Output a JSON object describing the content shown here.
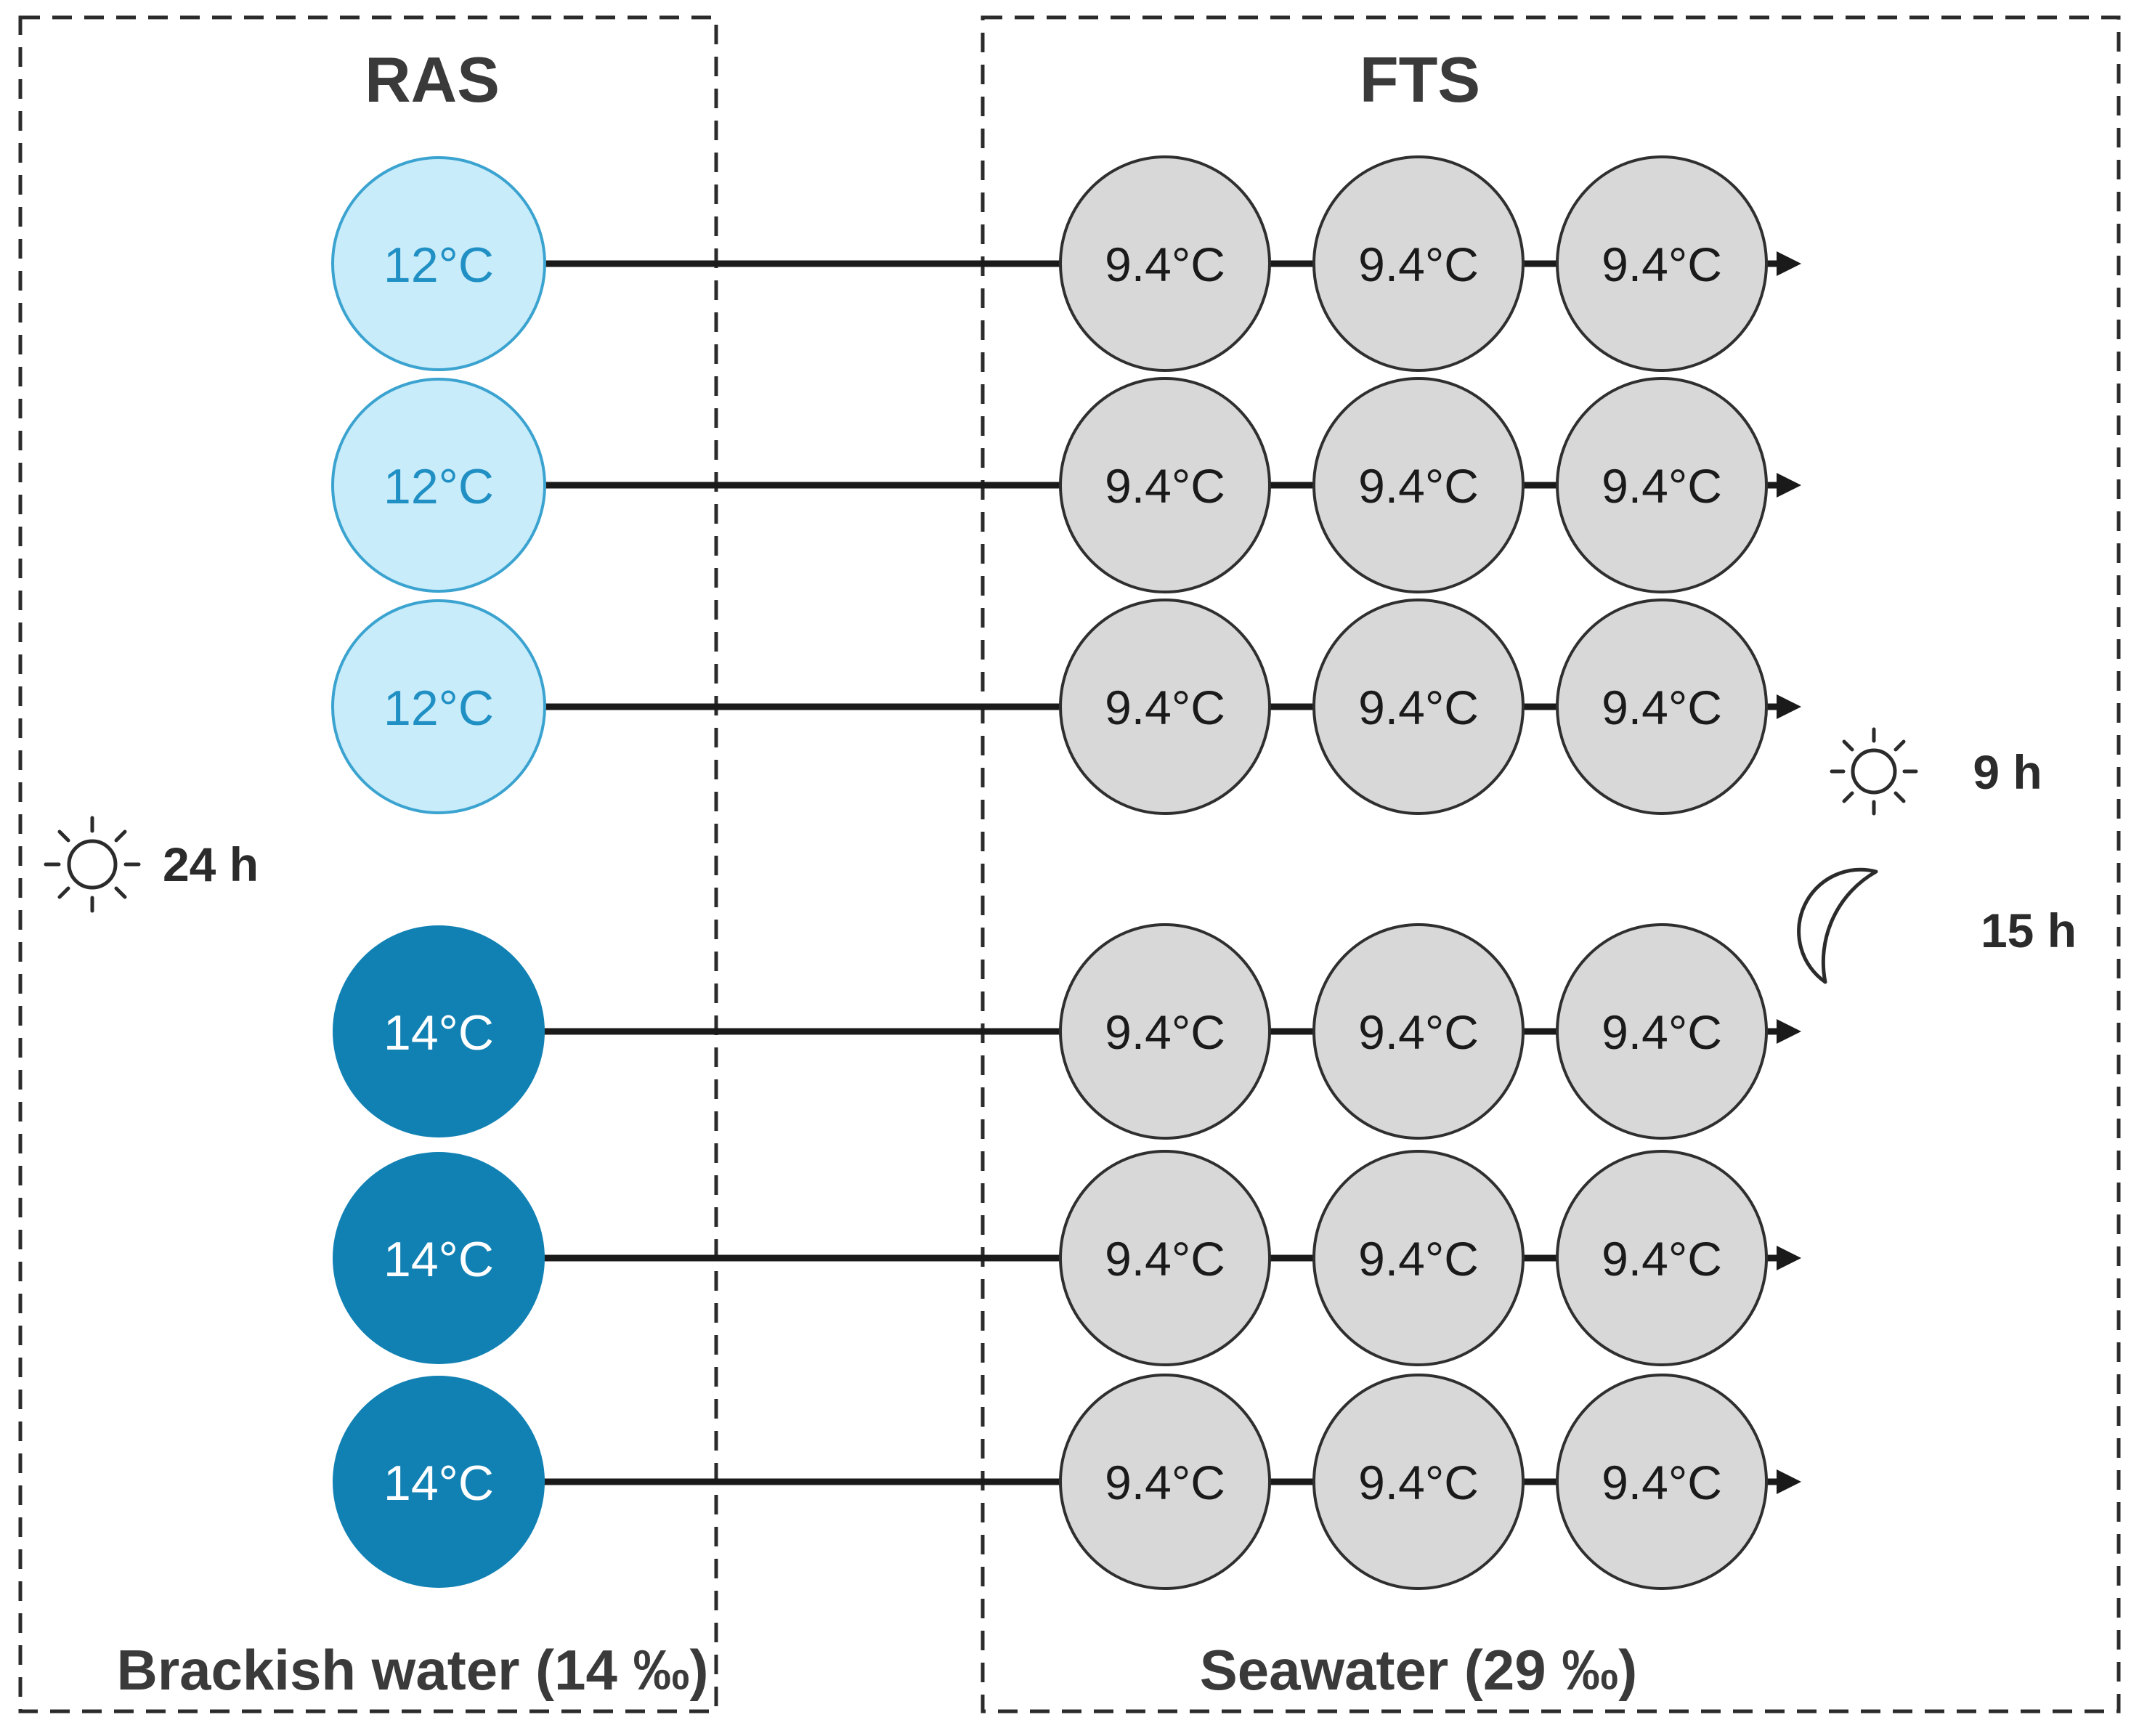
{
  "figure": {
    "left_system": {
      "title": "RAS",
      "bottom_label": "Brackish water (14 ‰)",
      "photoperiod": {
        "icon": "sun-icon",
        "label": "24 h"
      },
      "tanks": [
        {
          "temp": "12°C",
          "shade": "light-blue"
        },
        {
          "temp": "12°C",
          "shade": "light-blue"
        },
        {
          "temp": "12°C",
          "shade": "light-blue"
        },
        {
          "temp": "14°C",
          "shade": "dark-blue"
        },
        {
          "temp": "14°C",
          "shade": "dark-blue"
        },
        {
          "temp": "14°C",
          "shade": "dark-blue"
        }
      ]
    },
    "right_system": {
      "title": "FTS",
      "bottom_label": "Seawater (29 ‰)",
      "photoperiod_day": {
        "icon": "sun-icon",
        "label": "9 h"
      },
      "photoperiod_night": {
        "icon": "moon-icon",
        "label": "15 h"
      },
      "tank_temp": "9.4°C",
      "rows": 6,
      "tanks_per_row": 3
    },
    "colors": {
      "ras_light_fill": "#C9ECFA",
      "ras_light_stroke": "#3BA3D0",
      "ras_light_text": "#2090C4",
      "ras_dark_fill": "#1181B4",
      "ras_dark_text": "#FFFFFF",
      "fts_fill": "#D8D8D8",
      "fts_stroke": "#2F2F2F",
      "flow_line": "#1A1A1A",
      "label_text": "#3A3A3A"
    }
  }
}
